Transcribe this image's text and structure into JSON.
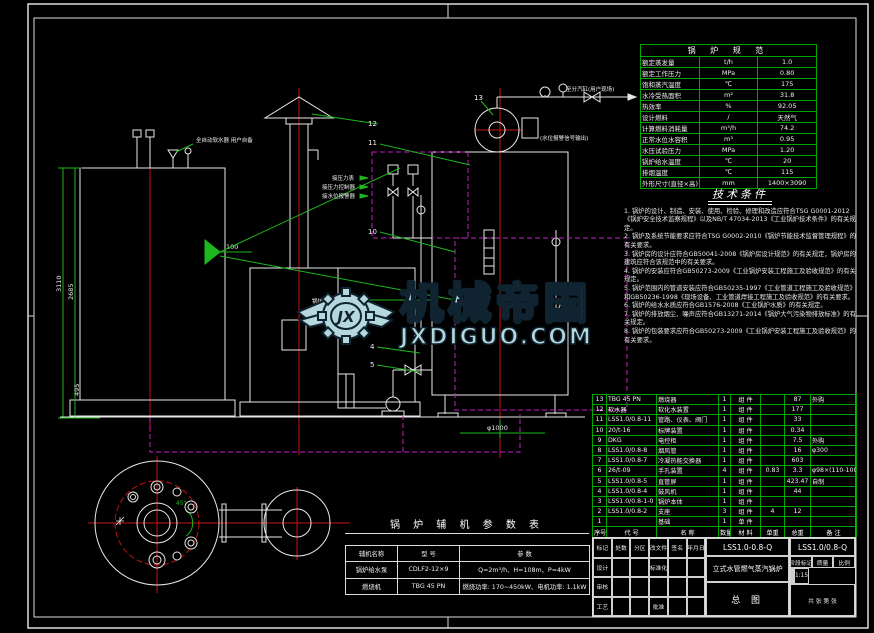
{
  "watermark": {
    "logo_text": "JX",
    "line1": "机械帝国",
    "line2": "JXDIGUO.COM"
  },
  "spec_table": {
    "title": "锅 炉 规 范",
    "rows": [
      [
        "额定蒸发量",
        "t/h",
        "1.0"
      ],
      [
        "额定工作压力",
        "MPa",
        "0.80"
      ],
      [
        "饱和蒸汽温度",
        "℃",
        "175"
      ],
      [
        "水冷受热面积",
        "m²",
        "31.8"
      ],
      [
        "热效率",
        "%",
        "92.05"
      ],
      [
        "设计燃料",
        "/",
        "天然气"
      ],
      [
        "计算燃料消耗量",
        "m³/h",
        "74.2"
      ],
      [
        "正常水位水容积",
        "m³",
        "0.95"
      ],
      [
        "水压试验压力",
        "MPa",
        "1.20"
      ],
      [
        "锅炉给水温度",
        "℃",
        "20"
      ],
      [
        "排烟温度",
        "℃",
        "115"
      ],
      [
        "外形尺寸(直径×高)",
        "mm",
        "1400×3090"
      ]
    ]
  },
  "tech_notes": {
    "title": "技术条件",
    "items": [
      "1. 锅炉的设计、制造、安装、使用、检验、修理和改造应符合TSG G0001-2012《锅炉安全技术监察规程》以及NB/T 47034-2013《工业锅炉技术条件》的有关规定。",
      "2. 锅炉及系统节能要求应符合TSG G0002-2010《锅炉节能技术监督管理规程》的有关要求。",
      "3. 锅炉房的设计应符合GB50041-2008《锅炉房设计规范》的有关规定，锅炉房的建筑应符合该规范中的有关要求。",
      "4. 锅炉的安装应符合GB50273-2009《工业锅炉安装工程施工及验收规范》的有关规定。",
      "5. 锅炉范围内的管道安装应符合GB50235-1997《工业管道工程施工及验收规范》和GB50236-1998《现场设备、工业管道焊接工程施工及验收规范》的有关要求。",
      "6. 锅炉的给水水质应符合GB1576-2008《工业锅炉水质》的有关规定。",
      "7. 锅炉的排放烟尘、噪声应符合GB13271-2014《锅炉大气污染物排放标准》的有关规定。",
      "8. 锅炉的包装要求应符合GB50273-2009《工业锅炉安装工程施工及验收规范》的有关要求。"
    ]
  },
  "parts_table": {
    "header": [
      "序号",
      "代  号",
      "名  称",
      "数量",
      "材 料",
      "单重",
      "总重",
      "备 注"
    ],
    "rows": [
      [
        "13",
        "TBG 45 PN",
        "燃烧器",
        "1",
        "组 件",
        "",
        "87",
        "外购"
      ],
      [
        "12",
        "软水器",
        "软化水装置",
        "1",
        "组 件",
        "",
        "177",
        ""
      ],
      [
        "11",
        "LSS1.0/0.8-11",
        "管路、仪表、阀门",
        "1",
        "组 件",
        "",
        "33",
        ""
      ],
      [
        "10",
        "20/t-16",
        "标牌装置",
        "1",
        "组 件",
        "",
        "0.34",
        ""
      ],
      [
        "9",
        "DKG",
        "电控柜",
        "1",
        "组 件",
        "",
        "7.5",
        "外购"
      ],
      [
        "8",
        "LSS1.0/0.8-8",
        "烟风管",
        "1",
        "组 件",
        "",
        "16",
        "φ300"
      ],
      [
        "7",
        "LSS1.0/0.8-7",
        "冷凝热能交换器",
        "1",
        "组 件",
        "",
        "603",
        ""
      ],
      [
        "6",
        "26/t-09",
        "手孔装置",
        "4",
        "组 件",
        "0.83",
        "3.3",
        "φ98×(110-100)"
      ],
      [
        "5",
        "LSS1.0/0.8-5",
        "直管屏",
        "1",
        "组 件",
        "",
        "423.47",
        "自制"
      ],
      [
        "4",
        "LSS1.0/0.8-4",
        "鼓风机",
        "1",
        "组 件",
        "",
        "44",
        ""
      ],
      [
        "3",
        "LSS1.0/0.8-1-0",
        "锅炉本体",
        "1",
        "组 件",
        "",
        "",
        ""
      ],
      [
        "2",
        "LSS1.0/0.8-2",
        "支座",
        "3",
        "组 件",
        "4",
        "12",
        ""
      ],
      [
        "1",
        "",
        "基础",
        "1",
        "单 件",
        "",
        "",
        ""
      ]
    ]
  },
  "aux_table": {
    "title": "锅 炉 辅 机 参 数 表",
    "header": [
      "辅机名称",
      "型  号",
      "参  数"
    ],
    "rows": [
      [
        "锅炉给水泵",
        "CDLF2-12×9",
        "Q=2m³/h、H=108m、P=4kW"
      ],
      [
        "燃烧机",
        "TBG 45 PN",
        "燃烧功率: 170~450kW、电机功率: 1.1kW"
      ]
    ]
  },
  "title_block": {
    "rev_row": [
      "标记",
      "处数",
      "分区",
      "更改文件号",
      "签名",
      "年月日"
    ],
    "staff_rows": [
      [
        "设计",
        "",
        "",
        "标准化",
        "",
        ""
      ],
      [
        "审核",
        "",
        "",
        "",
        "",
        ""
      ],
      [
        "工艺",
        "",
        "",
        "批准",
        "",
        ""
      ]
    ],
    "code": "LSS1.0-0.8-Q",
    "product": "立式水管燃气蒸汽锅炉",
    "sheet_title": "总  图",
    "drawing_no": "LSS1.0/0.8-Q",
    "stage_headers": [
      "阶段标记",
      "质量",
      "比例"
    ],
    "scale": "1:15",
    "sheets": "共 张  第 张"
  },
  "annotations": {
    "n13": "13",
    "n12": "12",
    "n11": "11",
    "n10": "10",
    "n5": "5",
    "n4": "4",
    "dim_h1": "3110",
    "dim_h2": "2685",
    "dim_h3": "495",
    "dim_100": "100",
    "dim_phi": "φ1000",
    "angle": "45°",
    "softener": "全自动软水器 用户自备",
    "to_header": "至分汽缸(用户现场)",
    "alarm": "(水位报警信号输出)",
    "inst1": "接压力表",
    "inst2": "接压力控制器",
    "inst3": "接水位报警器",
    "feed": "锅炉给水"
  }
}
